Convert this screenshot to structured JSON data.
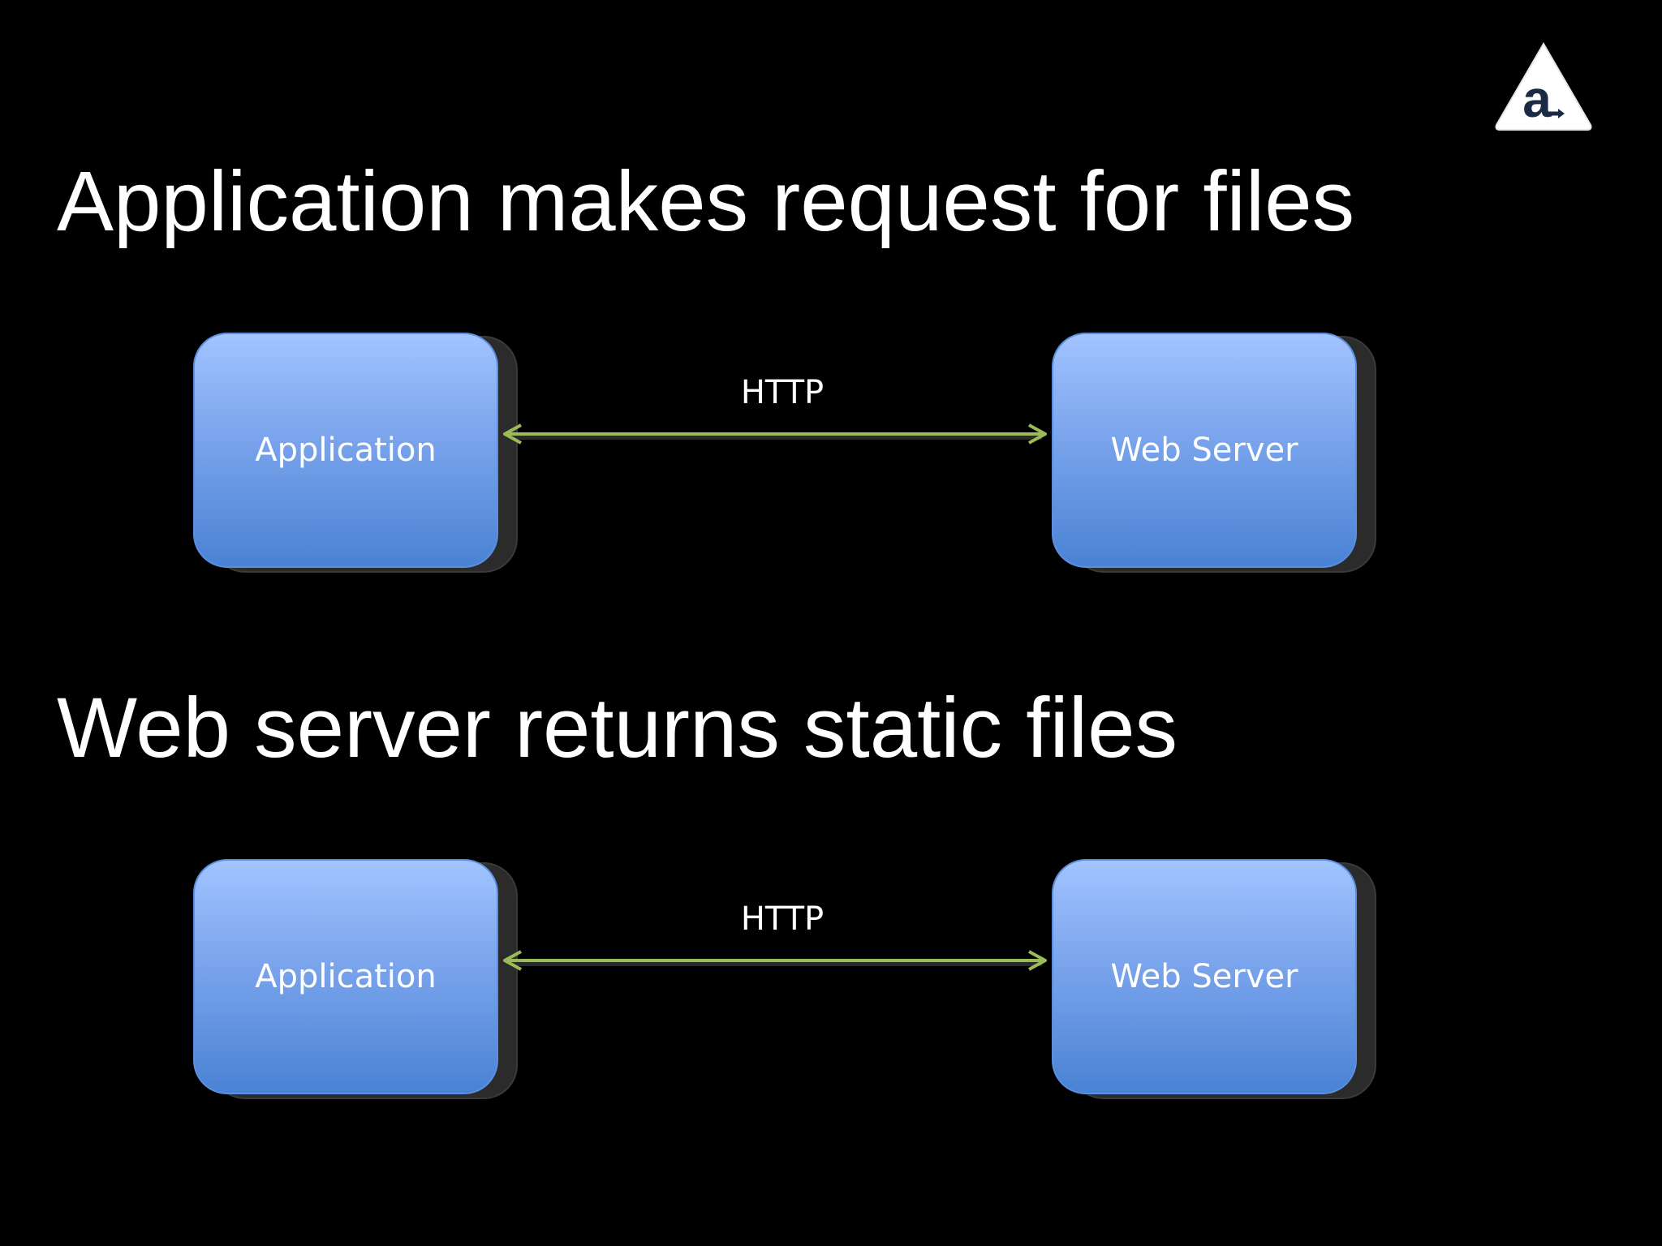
{
  "slide": {
    "logo": {
      "name": "appcelerator-logo",
      "letter": "a"
    },
    "sections": [
      {
        "heading": "Application makes request for files",
        "left_node": "Application",
        "right_node": "Web Server",
        "edge_label": "HTTP"
      },
      {
        "heading": "Web server returns static files",
        "left_node": "Application",
        "right_node": "Web Server",
        "edge_label": "HTTP"
      }
    ]
  },
  "colors": {
    "background": "#000000",
    "text": "#ffffff",
    "node_top": "#a2c4ff",
    "node_bottom": "#4a82d4",
    "connector": "#9bbb59"
  }
}
